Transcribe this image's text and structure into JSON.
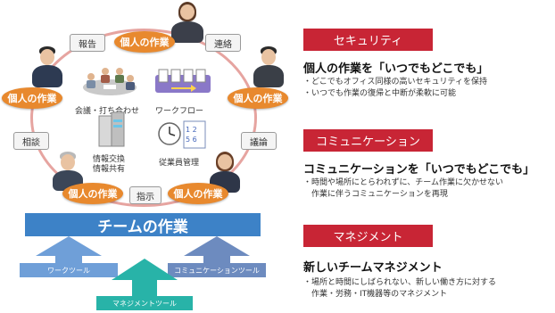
{
  "diagram": {
    "individual_task": "個人の作業",
    "tags": {
      "report": "報告",
      "contact": "連絡",
      "consult": "相談",
      "discuss": "議論",
      "instruct": "指示"
    },
    "activities": {
      "meeting": "会議・打ち合わせ",
      "workflow": "ワークフロー",
      "info_exchange": "情報交換",
      "info_share": "情報共有",
      "staff_mgmt": "従業員管理"
    },
    "team_work": "チームの作業",
    "tools": {
      "work": "ワークツール",
      "comm": "コミュニケーションツール",
      "mgmt": "マネジメントツール"
    }
  },
  "sections": [
    {
      "header": "セキュリティ",
      "title": "個人の作業を「いつでもどこでも」",
      "lines": [
        "・どこでもオフィス同様の高いセキュリティを保持",
        "・いつでも作業の復帰と中断が柔軟に可能"
      ]
    },
    {
      "header": "コミュニケーション",
      "title": "コミュニケーションを「いつでもどこでも」",
      "lines": [
        "・時間や場所にとらわれずに、チーム作業に欠かせない",
        "　作業に伴うコミュニケーションを再現"
      ]
    },
    {
      "header": "マネジメント",
      "title": "新しいチームマネジメント",
      "lines": [
        "・場所と時間にしばられない、新しい働き方に対する",
        "　作業・労務・IT機器等のマネジメント"
      ]
    }
  ],
  "colors": {
    "accent_red": "#c82535",
    "orange": "#e8892e",
    "team_blue": "#3d82c7",
    "arrow_blue": "#6f9fd8",
    "arrow_teal": "#28b3a8",
    "arrow_slate": "#6d8bbf"
  }
}
